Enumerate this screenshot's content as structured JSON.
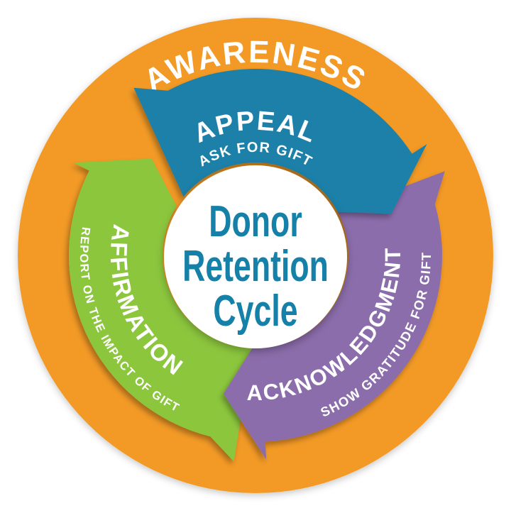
{
  "diagram": {
    "outer_ring": {
      "label": "AWARENESS",
      "color": "#F39A26"
    },
    "segments": [
      {
        "label": "APPEAL",
        "sublabel": "ASK FOR GIFT",
        "color": "#1A80A8"
      },
      {
        "label": "ACKNOWLEDGMENT",
        "sublabel": "SHOW GRATITUDE FOR GIFT",
        "color": "#8B6DAB"
      },
      {
        "label": "AFFIRMATION",
        "sublabel": "REPORT ON THE IMPACT OF GIFT",
        "color": "#8CC63E"
      }
    ],
    "center": {
      "line1": "Donor",
      "line2": "Retention",
      "line3": "Cycle",
      "text_color": "#1580A8",
      "fill": "#FFFFFF"
    },
    "label_text_color": "#FFFFFF",
    "background": "#FFFFFF"
  }
}
